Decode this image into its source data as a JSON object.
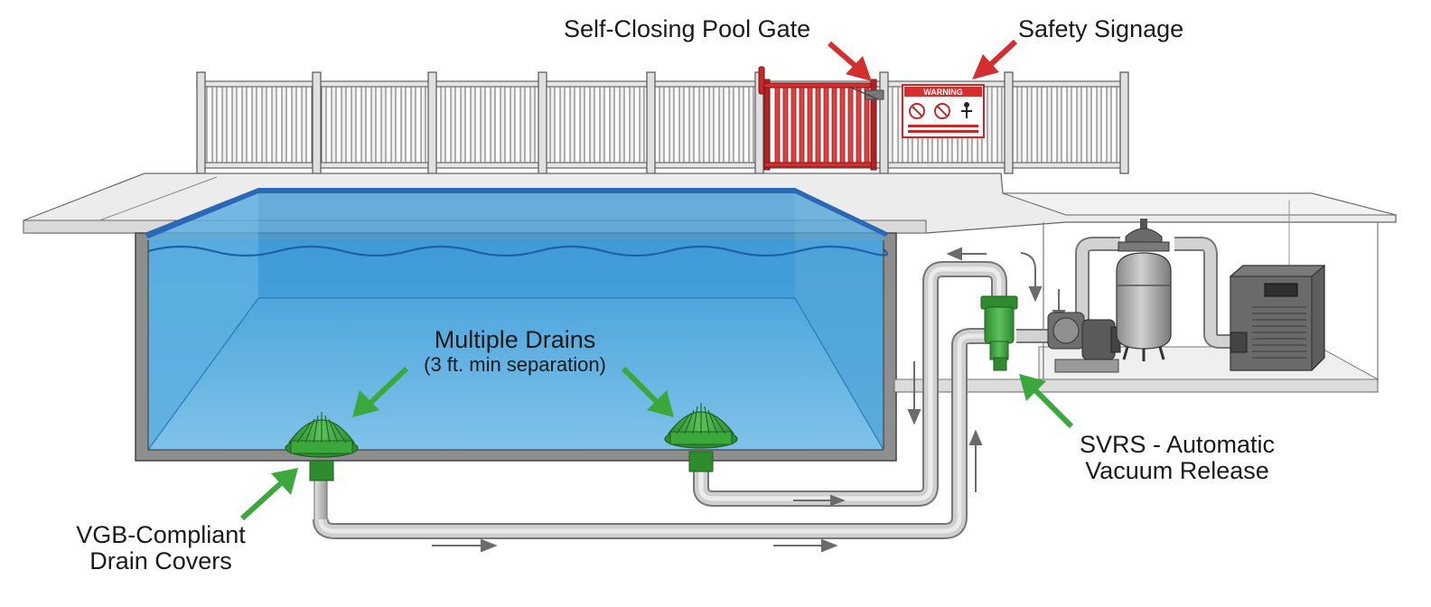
{
  "labels": {
    "gate": "Self-Closing Pool Gate",
    "signage": "Safety Signage",
    "drains_line1": "Multiple Drains",
    "drains_line2": "(3 ft. min separation)",
    "svrs_line1": "SVRS - Automatic",
    "svrs_line2": "Vacuum Release",
    "covers_line1": "VGB-Compliant",
    "covers_line2": "Drain Covers"
  },
  "sign": {
    "header": "WARNING"
  },
  "colors": {
    "water": "#4aa3dc",
    "water_deep": "#2f86c9",
    "gate": "#d32f2f",
    "drain": "#3aa83a",
    "arrow_green": "#3aa83a",
    "arrow_red": "#d32f2f",
    "pipe": "#c8c8c8",
    "fence": "#dedede",
    "deck": "#e9e9e9",
    "outline": "#555555"
  },
  "icons": [
    "warning-sign-icon",
    "gate-latch-icon",
    "drain-cover-icon",
    "pump-icon",
    "filter-icon",
    "heater-icon",
    "svrs-valve-icon"
  ]
}
